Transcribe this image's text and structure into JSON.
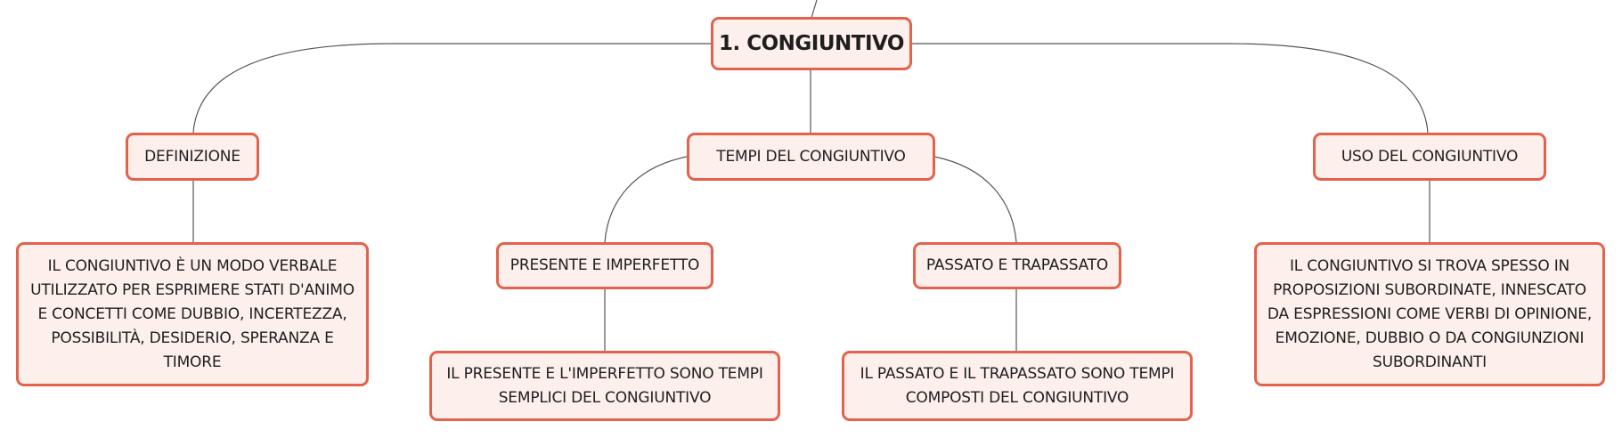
{
  "root": {
    "label": "1. CONGIUNTIVO"
  },
  "branches": {
    "definizione": {
      "label": "DEFINIZIONE",
      "detail": "IL CONGIUNTIVO È UN MODO VERBALE UTILIZZATO PER ESPRIMERE STATI D'ANIMO E CONCETTI COME DUBBIO, INCERTEZZA, POSSIBILITÀ, DESIDERIO, SPERANZA E TIMORE"
    },
    "tempi": {
      "label": "TEMPI DEL CONGIUNTIVO",
      "presente": {
        "label": "PRESENTE E IMPERFETTO",
        "detail": "IL PRESENTE E L'IMPERFETTO SONO TEMPI SEMPLICI DEL CONGIUNTIVO"
      },
      "passato": {
        "label": "PASSATO E TRAPASSATO",
        "detail": "IL PASSATO E IL TRAPASSATO SONO TEMPI COMPOSTI DEL CONGIUNTIVO"
      }
    },
    "uso": {
      "label": "USO DEL CONGIUNTIVO",
      "detail": "IL CONGIUNTIVO SI TROVA SPESSO IN PROPOSIZIONI SUBORDINATE, INNESCATO DA ESPRESSIONI COME VERBI DI OPINIONE, EMOZIONE, DUBBIO O DA CONGIUNZIONI SUBORDINANTI"
    }
  },
  "colors": {
    "node_border": "#e4614c",
    "node_fill": "#fdf0ec",
    "connector": "#555555"
  }
}
